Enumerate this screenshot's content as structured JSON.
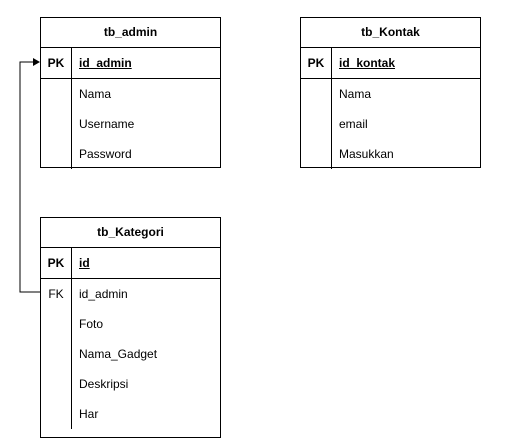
{
  "entities": {
    "admin": {
      "title": "tb_admin",
      "pk_label": "PK",
      "pk_field": "id_admin",
      "attributes": [
        {
          "key": "",
          "field": "Nama"
        },
        {
          "key": "",
          "field": "Username"
        },
        {
          "key": "",
          "field": "Password"
        }
      ]
    },
    "kontak": {
      "title": "tb_Kontak",
      "pk_label": "PK",
      "pk_field": "id_kontak",
      "attributes": [
        {
          "key": "",
          "field": "Nama"
        },
        {
          "key": "",
          "field": "email"
        },
        {
          "key": "",
          "field": "Masukkan"
        }
      ]
    },
    "kategori": {
      "title": "tb_Kategori",
      "pk_label": "PK",
      "pk_field": "id",
      "attributes": [
        {
          "key": "FK",
          "field": "id_admin"
        },
        {
          "key": "",
          "field": "Foto"
        },
        {
          "key": "",
          "field": "Nama_Gadget"
        },
        {
          "key": "",
          "field": "Deskripsi"
        },
        {
          "key": "",
          "field": "Har"
        }
      ]
    }
  },
  "relationships": [
    {
      "from": "kategori.id_admin",
      "to": "admin.id_admin",
      "arrow": "open-arrow"
    }
  ]
}
